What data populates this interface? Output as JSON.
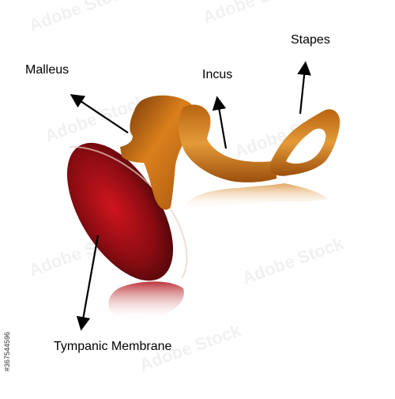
{
  "labels": {
    "malleus": "Malleus",
    "incus": "Incus",
    "stapes": "Stapes",
    "tympanic_membrane": "Tympanic Membrane"
  },
  "watermark": {
    "text": "Adobe Stock",
    "id": "#367544596"
  },
  "colors": {
    "membrane_dark": "#5a0a0a",
    "membrane_bright": "#c8141e",
    "ossicle_light": "#e08a20",
    "ossicle_dark": "#7a3a08",
    "arrow": "#000000"
  }
}
